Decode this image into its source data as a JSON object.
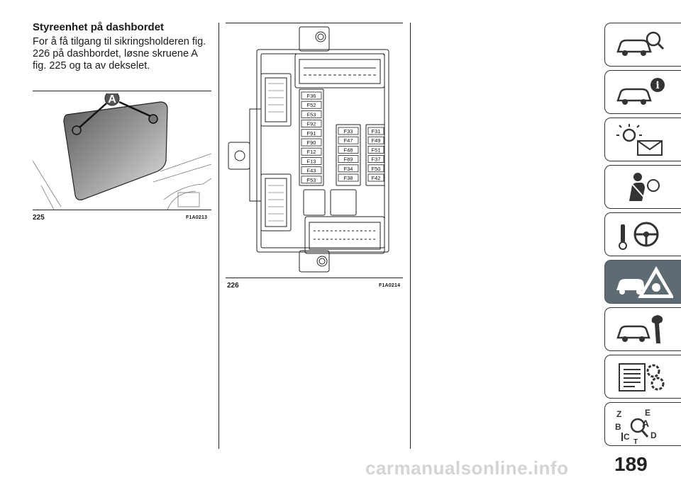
{
  "section": {
    "heading": "Styreenhet på dashbordet",
    "body": "For å få tilgang til sikringsholderen fig. 226 på dashbordet, løsne skruene A fig. 225 og ta av dekselet."
  },
  "figure_225": {
    "number": "225",
    "code": "F1A0213",
    "callout": "A"
  },
  "figure_226": {
    "number": "226",
    "code": "F1A0214",
    "fuse_columns": [
      [
        "F36",
        "F52",
        "F53",
        "F92",
        "F91",
        "F90",
        "F12",
        "F13",
        "F43",
        "F53"
      ],
      [
        "F33",
        "F47",
        "F48",
        "F89",
        "F34",
        "F38"
      ],
      [
        "F31",
        "F49",
        "F51",
        "F37",
        "F50",
        "F42"
      ]
    ]
  },
  "side_tabs": [
    {
      "icon": "car-search-icon"
    },
    {
      "icon": "car-info-icon"
    },
    {
      "icon": "warning-lights-icon"
    },
    {
      "icon": "seatbelt-airbag-icon"
    },
    {
      "icon": "starting-driving-icon"
    },
    {
      "icon": "emergency-icon",
      "active": true
    },
    {
      "icon": "maintenance-icon"
    },
    {
      "icon": "technical-data-icon"
    },
    {
      "icon": "index-icon"
    }
  ],
  "page_number": "189",
  "watermark": "carmanualsonline.info",
  "colors": {
    "active_tab": "#5e6b73",
    "text": "#1a1a1a"
  }
}
